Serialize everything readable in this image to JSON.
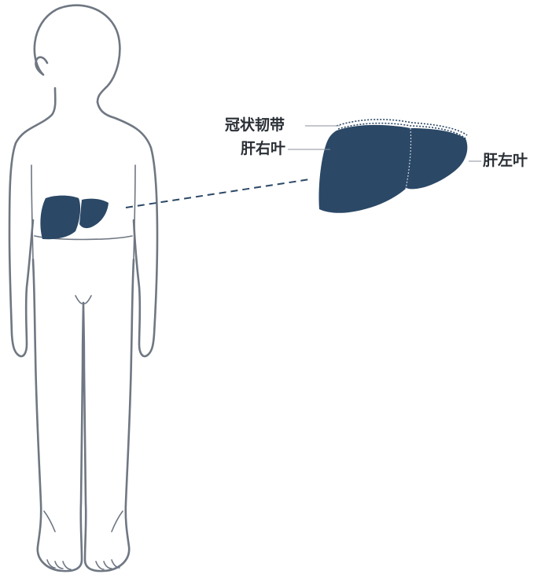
{
  "labels": {
    "coronary_ligament": "冠状韧带",
    "right_lobe": "肝右叶",
    "left_lobe": "肝左叶"
  },
  "colors": {
    "liver": "#2b4867",
    "body_outline": "#6f7782",
    "label_text": "#2a2f36",
    "background": "#ffffff"
  }
}
